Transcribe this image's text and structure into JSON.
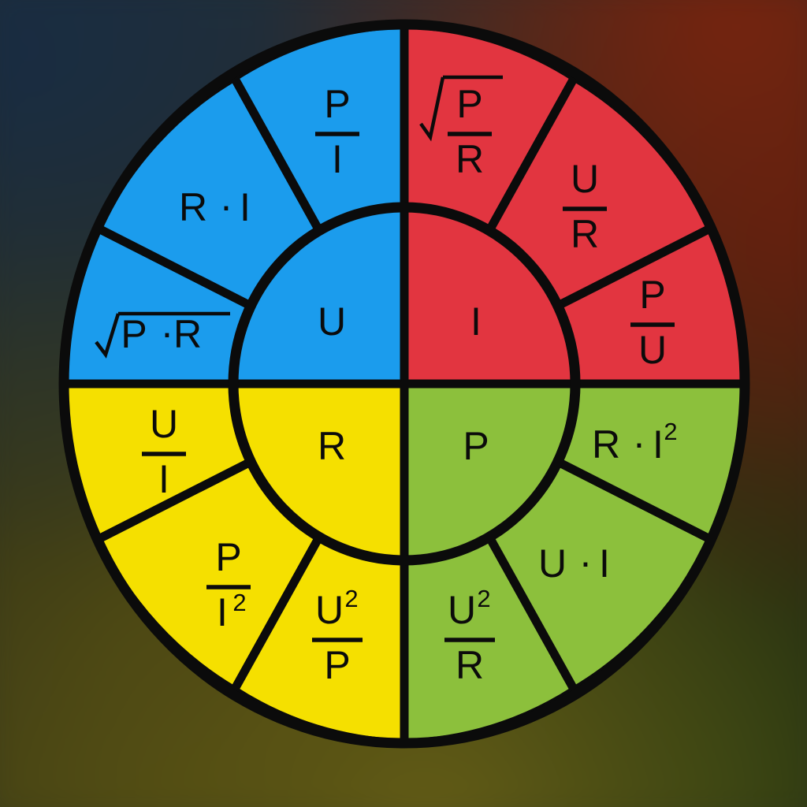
{
  "graphic": {
    "name": "ohms-law-wheel",
    "shape": "circle",
    "background_description": "blurred dark multicolor gradient",
    "outline_color": "#0b0b0b"
  },
  "colors": {
    "blue": "#1b9ced",
    "red": "#e23540",
    "yellow": "#f5e000",
    "green": "#8cc03c",
    "outline": "#0b0b0b",
    "text": "#0b0b0b"
  },
  "inner_ring": {
    "quadrants": [
      {
        "id": "voltage",
        "label": "U",
        "color_key": "blue",
        "position": "top-left"
      },
      {
        "id": "current",
        "label": "I",
        "color_key": "red",
        "position": "top-right"
      },
      {
        "id": "resistance",
        "label": "R",
        "color_key": "yellow",
        "position": "bottom-left"
      },
      {
        "id": "power",
        "label": "P",
        "color_key": "green",
        "position": "bottom-right"
      }
    ]
  },
  "outer_ring": {
    "quadrants": [
      {
        "id": "voltage-formulas",
        "color_key": "blue",
        "sectors": [
          {
            "id": "u-sqrt-pr",
            "kind": "sqrt-product",
            "parts": [
              "P",
              "R"
            ],
            "text": "√(P·R)"
          },
          {
            "id": "u-r-times-i",
            "kind": "product",
            "parts": [
              "R",
              "I"
            ],
            "text": "R·I"
          },
          {
            "id": "u-p-over-i",
            "kind": "fraction",
            "numerator": "P",
            "denominator": "I",
            "text": "P/I"
          }
        ]
      },
      {
        "id": "current-formulas",
        "color_key": "red",
        "sectors": [
          {
            "id": "i-sqrt-p-over-r",
            "kind": "sqrt-fraction",
            "numerator": "P",
            "denominator": "R",
            "text": "√(P/R)"
          },
          {
            "id": "i-u-over-r",
            "kind": "fraction",
            "numerator": "U",
            "denominator": "R",
            "text": "U/R"
          },
          {
            "id": "i-p-over-u",
            "kind": "fraction",
            "numerator": "P",
            "denominator": "U",
            "text": "P/U"
          }
        ]
      },
      {
        "id": "resistance-formulas",
        "color_key": "yellow",
        "sectors": [
          {
            "id": "r-u-over-i",
            "kind": "fraction",
            "numerator": "U",
            "denominator": "I",
            "text": "U/I"
          },
          {
            "id": "r-p-over-i2",
            "kind": "fraction",
            "numerator": "P",
            "denominator": "I",
            "denominator_exp": "2",
            "text": "P/I²"
          },
          {
            "id": "r-u2-over-p",
            "kind": "fraction",
            "numerator": "U",
            "numerator_exp": "2",
            "denominator": "P",
            "text": "U²/P"
          }
        ]
      },
      {
        "id": "power-formulas",
        "color_key": "green",
        "sectors": [
          {
            "id": "p-u2-over-r",
            "kind": "fraction",
            "numerator": "U",
            "numerator_exp": "2",
            "denominator": "R",
            "text": "U²/R"
          },
          {
            "id": "p-u-times-i",
            "kind": "product",
            "parts": [
              "U",
              "I"
            ],
            "text": "U·I"
          },
          {
            "id": "p-r-times-i2",
            "kind": "product-exp",
            "parts": [
              "R",
              "I"
            ],
            "exponent": "2",
            "text": "R·I²"
          }
        ]
      }
    ]
  },
  "glyphs": {
    "sqrt": "√",
    "dot": "·",
    "sup2": "2"
  }
}
